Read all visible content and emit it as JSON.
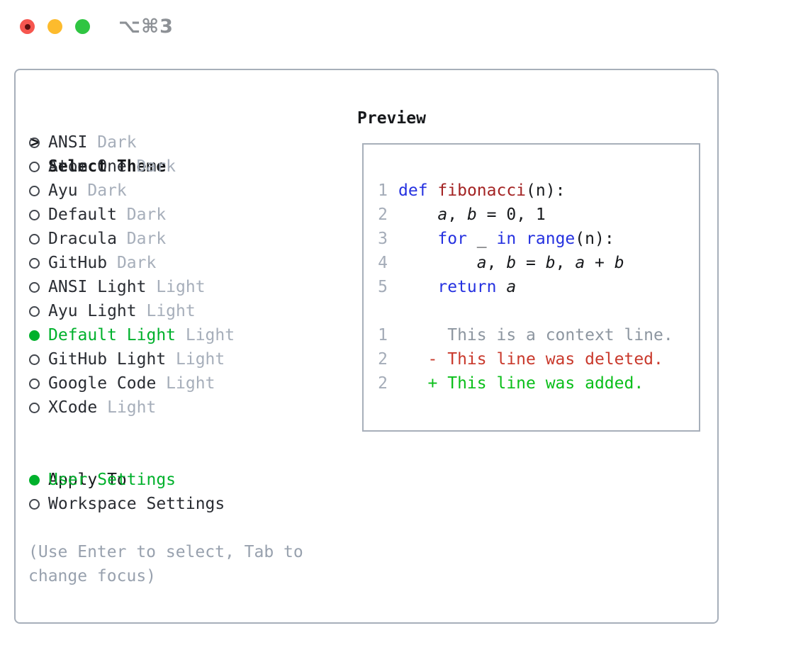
{
  "window": {
    "title": "⌥⌘3",
    "traffic_lights": {
      "close": "close-button",
      "minimize": "minimize-button",
      "zoom": "zoom-button"
    }
  },
  "colors": {
    "ui_green": "#00b12c",
    "added_green": "#0abf1a",
    "deleted_red": "#c9392c",
    "function_red": "#a32323",
    "keyword_blue": "#2531e0",
    "tag_gray": "#a6aeba",
    "help_gray": "#98a1ae",
    "panel_border": "#a7afba",
    "traffic_red": "#f6564f",
    "traffic_yellow": "#fdbb2d",
    "traffic_green": "#2fc542"
  },
  "theme_panel": {
    "header": {
      "prompt": ">",
      "label": "Select Theme"
    },
    "themes": [
      {
        "name": "ANSI",
        "tag": "Dark",
        "selected": false
      },
      {
        "name": "Atom One",
        "tag": "Dark",
        "selected": false
      },
      {
        "name": "Ayu",
        "tag": "Dark",
        "selected": false
      },
      {
        "name": "Default",
        "tag": "Dark",
        "selected": false
      },
      {
        "name": "Dracula",
        "tag": "Dark",
        "selected": false
      },
      {
        "name": "GitHub",
        "tag": "Dark",
        "selected": false
      },
      {
        "name": "ANSI Light",
        "tag": "Light",
        "selected": false
      },
      {
        "name": "Ayu Light",
        "tag": "Light",
        "selected": false
      },
      {
        "name": "Default Light",
        "tag": "Light",
        "selected": true
      },
      {
        "name": "GitHub Light",
        "tag": "Light",
        "selected": false
      },
      {
        "name": "Google Code",
        "tag": "Light",
        "selected": false
      },
      {
        "name": "XCode",
        "tag": "Light",
        "selected": false
      }
    ],
    "apply_to": {
      "label": "Apply To",
      "options": [
        {
          "name": "User Settings",
          "selected": true
        },
        {
          "name": "Workspace Settings",
          "selected": false
        }
      ]
    },
    "help": [
      "(Use Enter to select, Tab to",
      "change focus)"
    ]
  },
  "preview": {
    "label": "Preview",
    "lines": [
      {
        "num": "1",
        "spans": [
          {
            "t": "def",
            "c": "kw"
          },
          {
            "t": " ",
            "c": "pl"
          },
          {
            "t": "fibonacci",
            "c": "fn"
          },
          {
            "t": "(n):",
            "c": "pl"
          }
        ]
      },
      {
        "num": "2",
        "spans": [
          {
            "t": "    ",
            "c": "pl"
          },
          {
            "t": "a",
            "c": "vr"
          },
          {
            "t": ", ",
            "c": "pl"
          },
          {
            "t": "b",
            "c": "vr"
          },
          {
            "t": " = 0, 1",
            "c": "pl"
          }
        ]
      },
      {
        "num": "3",
        "spans": [
          {
            "t": "    ",
            "c": "pl"
          },
          {
            "t": "for",
            "c": "kw"
          },
          {
            "t": " _ ",
            "c": "pl"
          },
          {
            "t": "in",
            "c": "kw"
          },
          {
            "t": " ",
            "c": "pl"
          },
          {
            "t": "range",
            "c": "kw"
          },
          {
            "t": "(n):",
            "c": "pl"
          }
        ]
      },
      {
        "num": "4",
        "spans": [
          {
            "t": "        ",
            "c": "pl"
          },
          {
            "t": "a",
            "c": "vr"
          },
          {
            "t": ", ",
            "c": "pl"
          },
          {
            "t": "b",
            "c": "vr"
          },
          {
            "t": " = ",
            "c": "pl"
          },
          {
            "t": "b",
            "c": "vr"
          },
          {
            "t": ", ",
            "c": "pl"
          },
          {
            "t": "a",
            "c": "vr"
          },
          {
            "t": " + ",
            "c": "pl"
          },
          {
            "t": "b",
            "c": "vr"
          }
        ]
      },
      {
        "num": "5",
        "spans": [
          {
            "t": "    ",
            "c": "pl"
          },
          {
            "t": "return",
            "c": "kw"
          },
          {
            "t": " ",
            "c": "pl"
          },
          {
            "t": "a",
            "c": "vr"
          }
        ]
      },
      {
        "num": "",
        "spans": []
      },
      {
        "num": "1",
        "spans": [
          {
            "t": "     This is a context line.",
            "c": "ctx"
          }
        ]
      },
      {
        "num": "2",
        "spans": [
          {
            "t": "   ",
            "c": "pl"
          },
          {
            "t": "- This line was deleted.",
            "c": "del"
          }
        ]
      },
      {
        "num": "2",
        "spans": [
          {
            "t": "   ",
            "c": "pl"
          },
          {
            "t": "+ This line was added.",
            "c": "add"
          }
        ]
      }
    ]
  }
}
